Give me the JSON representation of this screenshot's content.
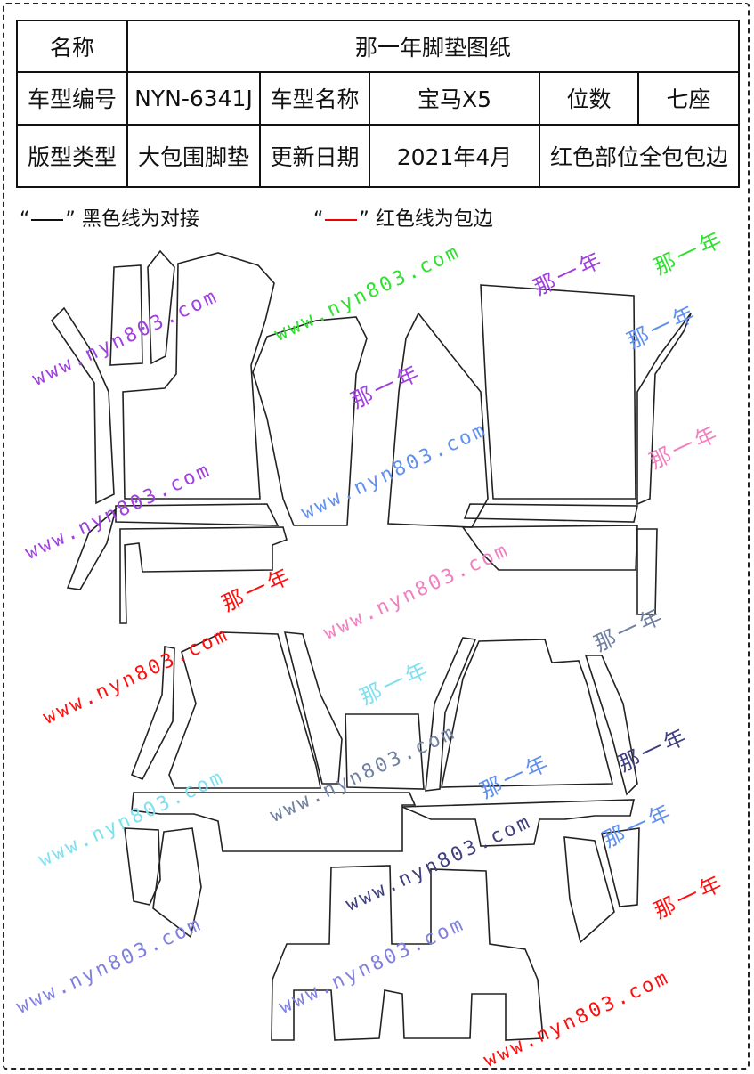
{
  "table": {
    "name_label": "名称",
    "name_value": "那一年脚垫图纸",
    "model_code_label": "车型编号",
    "model_code_value": "NYN-6341J",
    "model_name_label": "车型名称",
    "model_name_value": "宝马X5",
    "seats_label": "位数",
    "seats_value": "七座",
    "type_label": "版型类型",
    "type_value": "大包围脚垫",
    "date_label": "更新日期",
    "date_value": "2021年4月",
    "note": "红色部位全包包边"
  },
  "legend": {
    "black_text": "黑色线为对接",
    "red_text": "红色线为包边",
    "quote_open": "“",
    "quote_close": "”"
  },
  "watermark": {
    "url": "www.nyn803.com",
    "brand": "那一年"
  },
  "colors": {
    "purple": "#a040e0",
    "green": "#30e030",
    "blue": "#6090f0",
    "pink": "#f080c0",
    "red": "#ff1010",
    "navy": "#404080",
    "cyan": "#80e0f0",
    "slate": "#7080a0"
  }
}
